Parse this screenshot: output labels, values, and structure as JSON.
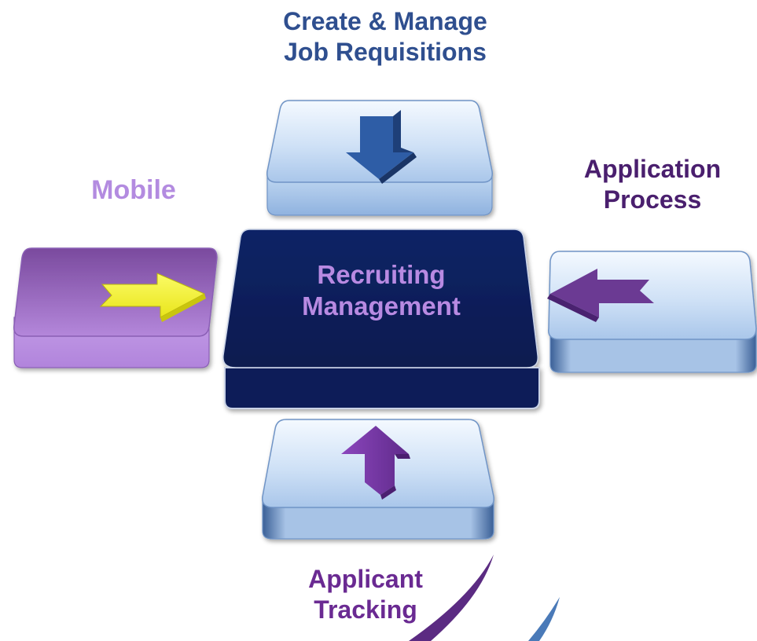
{
  "diagram": {
    "center": {
      "line1": "Recruiting",
      "line2": "Management"
    },
    "top": {
      "line1": "Create & Manage",
      "line2": "Job Requisitions"
    },
    "left": {
      "line1": "Mobile"
    },
    "right": {
      "line1": "Application",
      "line2": "Process"
    },
    "bottom": {
      "line1": "Applicant",
      "line2": "Tracking"
    }
  },
  "colors": {
    "center_block": "#0b2060",
    "top_label": "#2f4f8f",
    "left_label": "#b38be0",
    "right_label": "#4a1f6e",
    "bottom_label": "#6a2a92",
    "center_label": "#b88ae2",
    "light_block": "#bcd4ef",
    "mobile_block": "#b98fe2",
    "down_arrow": "#2e5da6",
    "left_arrow": "#6b3a93",
    "up_arrow": "#7a35a8",
    "right_arrow": "#f6f22c"
  },
  "icons": {
    "top": "down-arrow-icon",
    "left": "right-arrow-icon",
    "right": "left-arrow-icon",
    "bottom": "up-arrow-icon"
  }
}
